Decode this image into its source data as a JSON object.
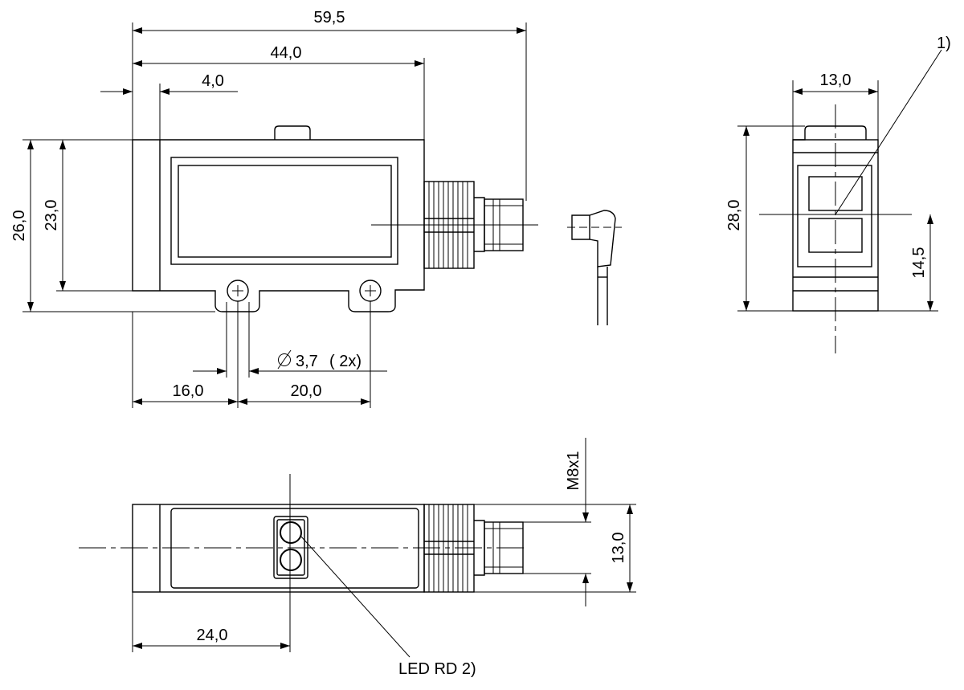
{
  "dimensions": {
    "overall_length": "59,5",
    "housing_length": "44,0",
    "flange_width": "4,0",
    "overall_height": "26,0",
    "housing_height": "23,0",
    "hole_diameter": "3,7",
    "hole_count": "( 2x)",
    "hole_offset": "16,0",
    "hole_spacing": "20,0",
    "side_width": "13,0",
    "side_height": "28,0",
    "optic_height": "14,5",
    "connector_thread": "M8x1",
    "bottom_height": "13,0",
    "led_offset": "24,0"
  },
  "callouts": {
    "note_1": "1)",
    "led_label": "LED RD 2)"
  }
}
